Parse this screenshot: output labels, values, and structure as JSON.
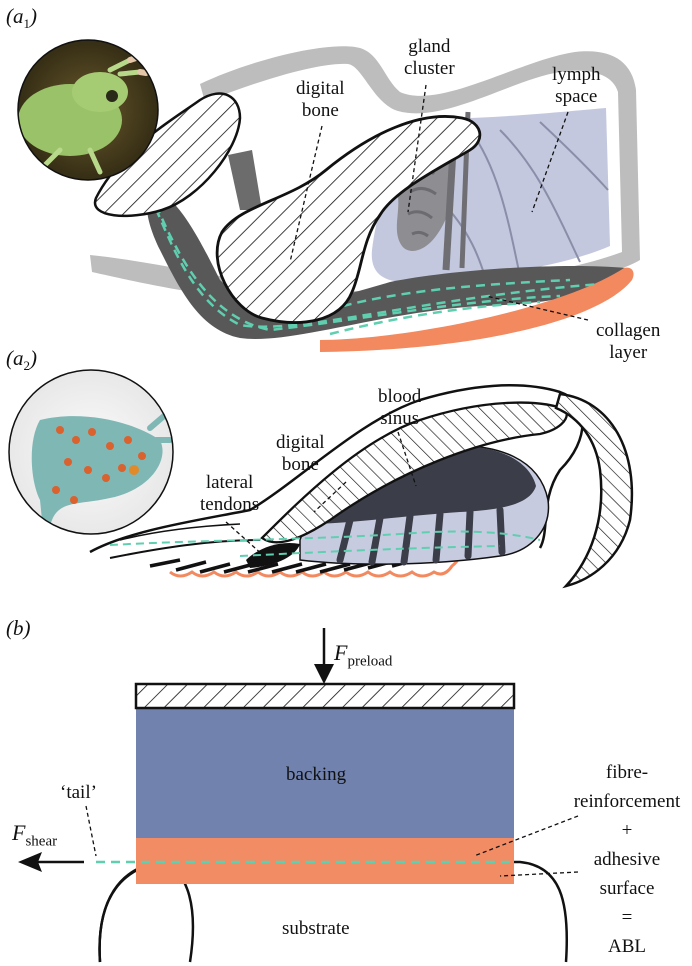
{
  "panels": {
    "a1": {
      "letter": "a",
      "sub": "1"
    },
    "a2": {
      "letter": "a",
      "sub": "2"
    },
    "b": {
      "letter": "b"
    }
  },
  "labels_a1": {
    "digital_bone": [
      "digital",
      "bone"
    ],
    "gland_cluster": [
      "gland",
      "cluster"
    ],
    "lymph_space": [
      "lymph",
      "space"
    ],
    "collagen_layer": [
      "collagen",
      "layer"
    ]
  },
  "labels_a2": {
    "blood_sinus": [
      "blood",
      "sinus"
    ],
    "digital_bone": [
      "digital",
      "bone"
    ],
    "lateral_tendons": [
      "lateral",
      "tendons"
    ]
  },
  "labels_b": {
    "preload_symbol": "F",
    "preload_sub": "preload",
    "shear_symbol": "F",
    "shear_sub": "shear",
    "tail": "‘tail’",
    "backing": "backing",
    "substrate": "substrate",
    "abl": [
      "fibre-",
      "reinforcement",
      "+",
      "adhesive",
      "surface",
      "=",
      "ABL"
    ]
  },
  "colors": {
    "backing": "#7082ad",
    "adhesive": "#f28c64",
    "fibre": "#5fcfb0",
    "lymph": "#c3c8de",
    "grey_tissue": "#b9b9b9",
    "dark_tissue": "#555555",
    "blood": "#3b3d48",
    "collagen": "#f2895f"
  }
}
